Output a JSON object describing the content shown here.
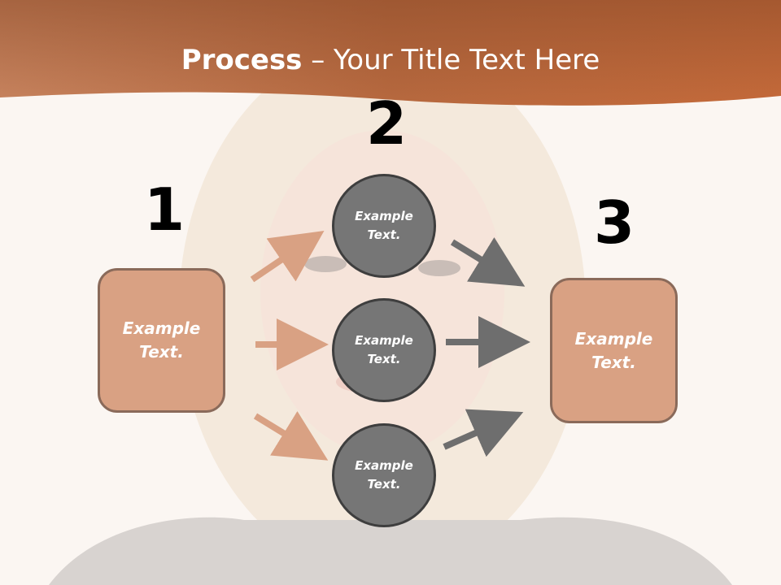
{
  "slide": {
    "title_bold": "Process",
    "title_rest": " – Your Title Text Here"
  },
  "steps": {
    "one": "1",
    "two": "2",
    "three": "3"
  },
  "left_box": {
    "text": "Example\nText."
  },
  "right_box": {
    "text": "Example\nText."
  },
  "circles": [
    {
      "text": "Example\nText."
    },
    {
      "text": "Example\nText."
    },
    {
      "text": "Example\nText."
    }
  ],
  "colors": {
    "header_band": "#c0693a",
    "box_fill": "#d9a183",
    "circle_fill": "#767676",
    "arrow_left": "#d9a183",
    "arrow_right": "#6e6e6e"
  }
}
